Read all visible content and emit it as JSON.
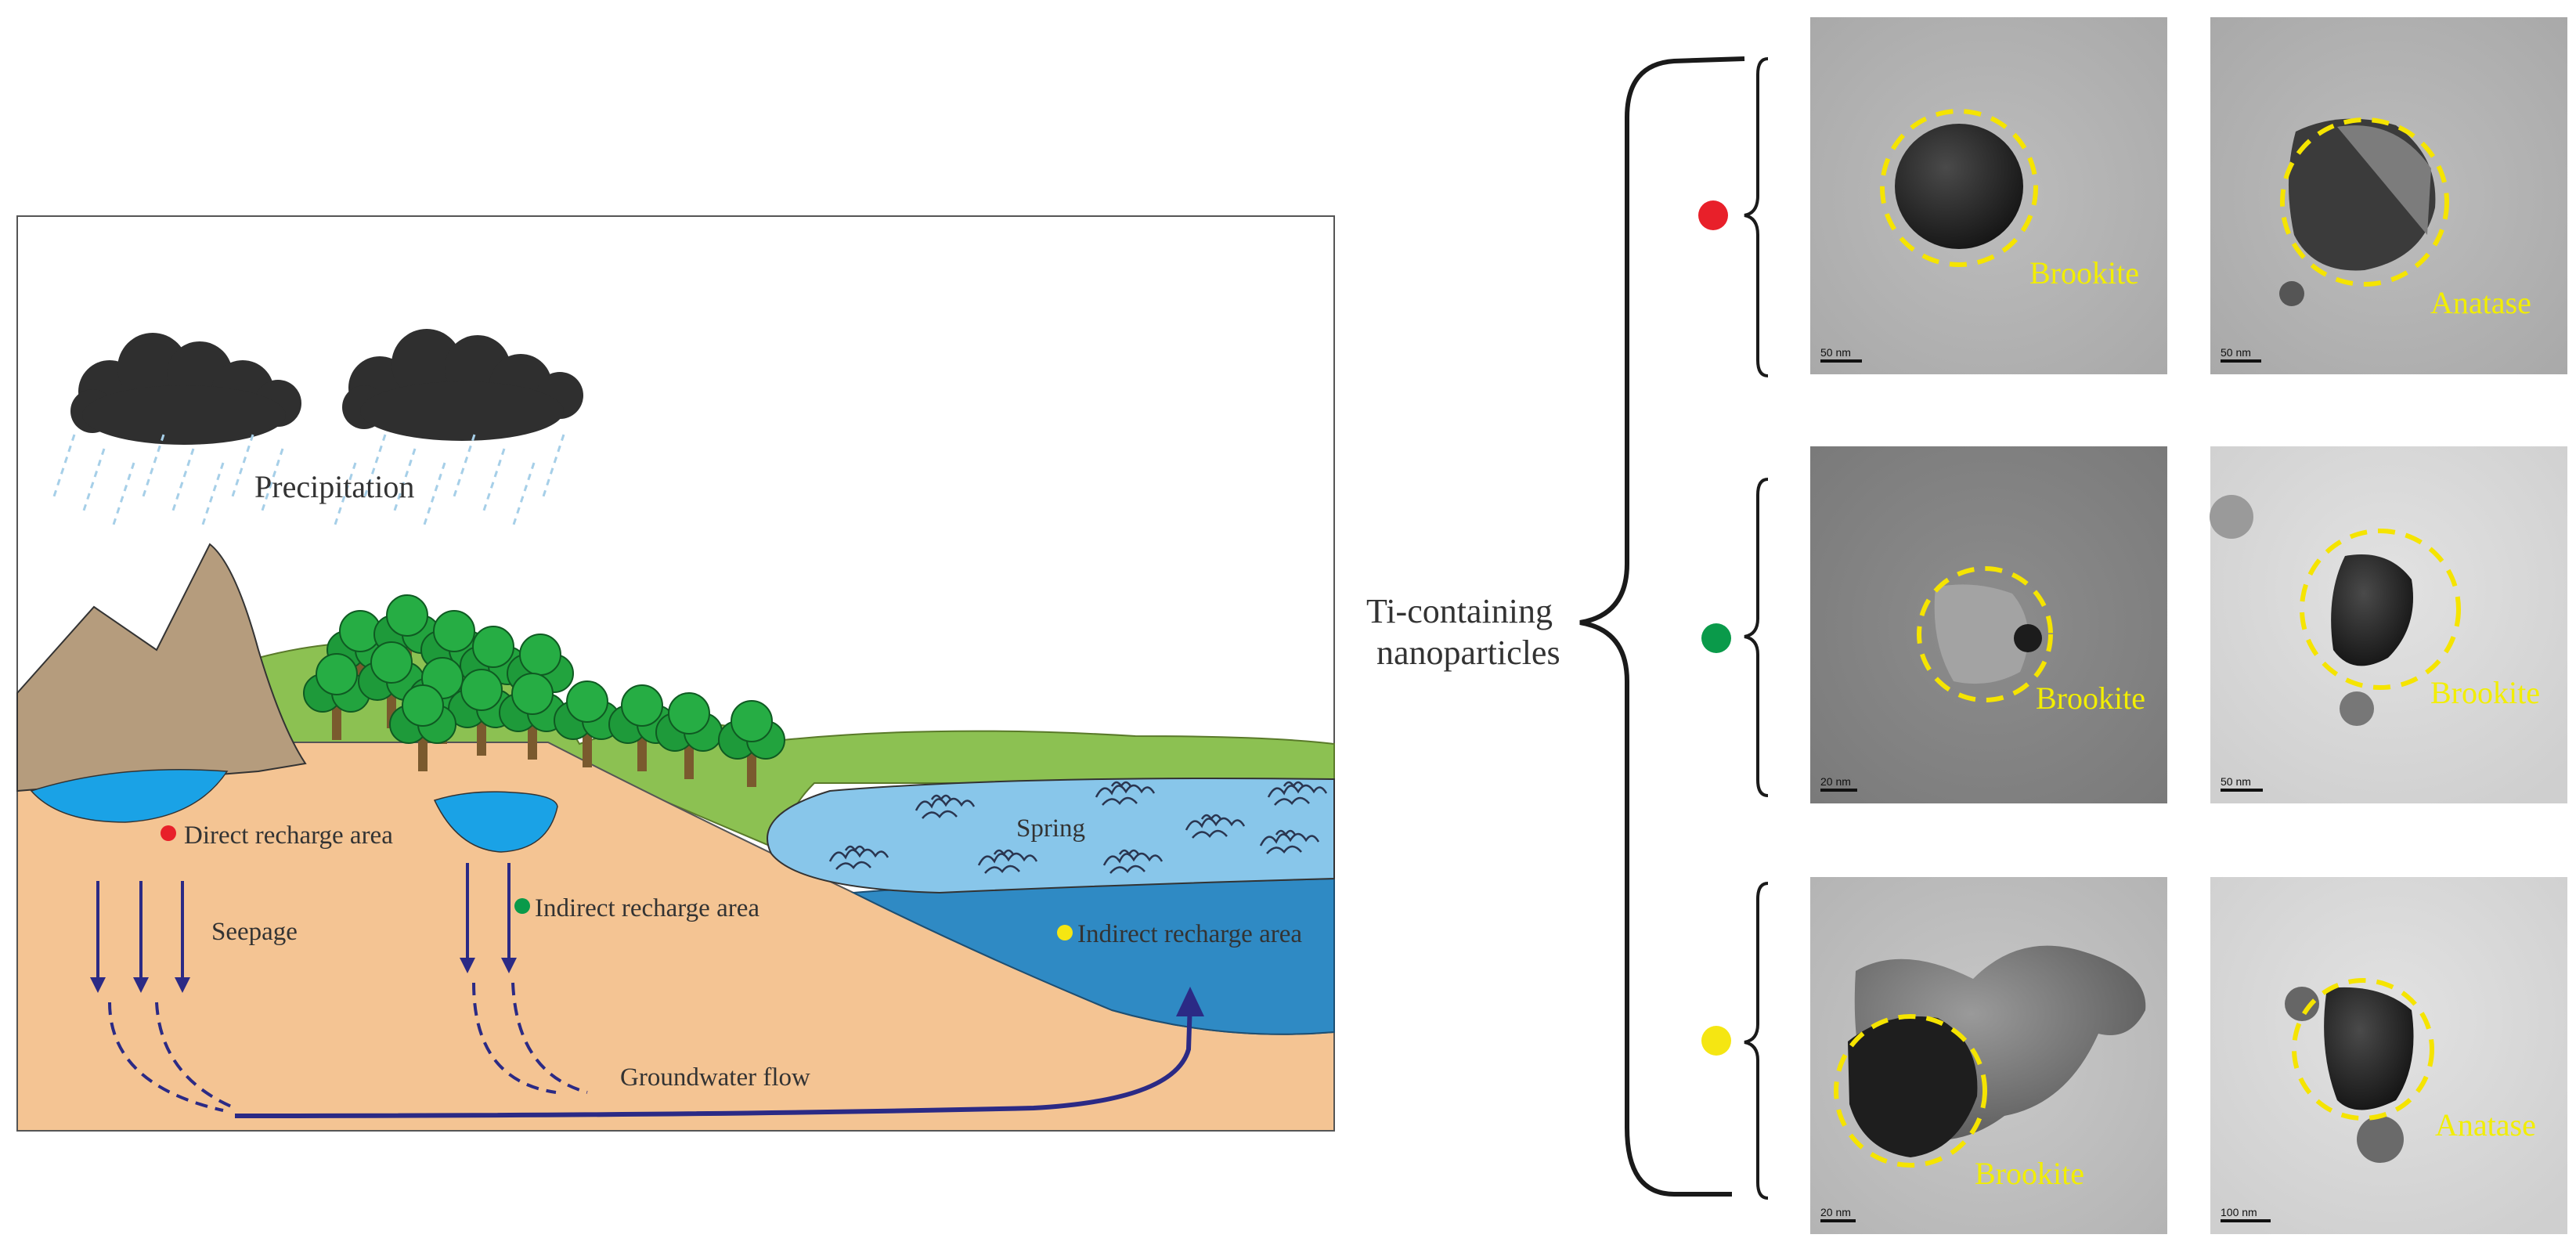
{
  "diagram": {
    "precipitation_label": "Precipitation",
    "seepage_label": "Seepage",
    "spring_label": "Spring",
    "groundwater_flow_label": "Groundwater flow",
    "direct_recharge_label": "Direct recharge area",
    "indirect_recharge_label_1": "Indirect recharge area",
    "indirect_recharge_label_2": "Indirect recharge area"
  },
  "nanoparticles": {
    "title_line1": "Ti-containing",
    "title_line2": "nanoparticles",
    "rows": [
      {
        "marker_color": "#e8202a",
        "images": [
          {
            "phase": "Brookite",
            "scale_bar": "50 nm"
          },
          {
            "phase": "Anatase",
            "scale_bar": "50 nm"
          }
        ]
      },
      {
        "marker_color": "#0a9a4a",
        "images": [
          {
            "phase": "Brookite",
            "scale_bar": "20 nm"
          },
          {
            "phase": "Brookite",
            "scale_bar": "50 nm"
          }
        ]
      },
      {
        "marker_color": "#f5e612",
        "images": [
          {
            "phase": "Brookite",
            "scale_bar": "20 nm"
          },
          {
            "phase": "Anatase",
            "scale_bar": "100 nm"
          }
        ]
      }
    ]
  },
  "colors": {
    "soil": "#f4c493",
    "water_dark": "#2f8ac4",
    "water_light": "#88c6ea",
    "grass": "#8cc152",
    "mountain": "#b59c7d",
    "cloud": "#2f2f2f",
    "arrow": "#2b2a85",
    "circle_dash": "#f5e400"
  }
}
